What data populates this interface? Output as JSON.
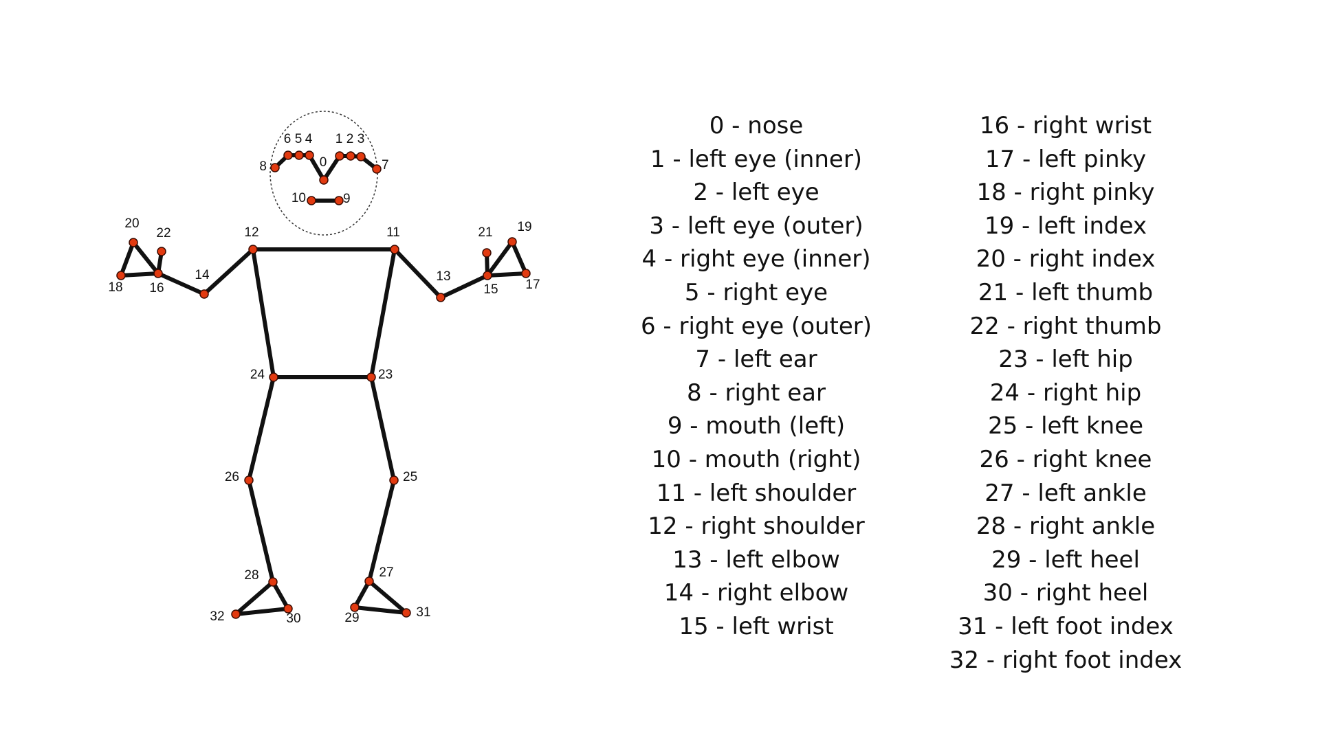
{
  "colors": {
    "background": "#ffffff",
    "bone": "#111111",
    "joint": "#e23a10",
    "text": "#111111"
  },
  "landmarks": [
    {
      "id": "0",
      "name": "nose"
    },
    {
      "id": "1",
      "name": "left eye (inner)"
    },
    {
      "id": "2",
      "name": "left eye"
    },
    {
      "id": "3",
      "name": "left eye (outer)"
    },
    {
      "id": "4",
      "name": "right eye (inner)"
    },
    {
      "id": "5",
      "name": "right eye"
    },
    {
      "id": "6",
      "name": "right eye (outer)"
    },
    {
      "id": "7",
      "name": "left ear"
    },
    {
      "id": "8",
      "name": "right ear"
    },
    {
      "id": "9",
      "name": "mouth (left)"
    },
    {
      "id": "10",
      "name": "mouth (right)"
    },
    {
      "id": "11",
      "name": "left shoulder"
    },
    {
      "id": "12",
      "name": "right shoulder"
    },
    {
      "id": "13",
      "name": "left elbow"
    },
    {
      "id": "14",
      "name": "right elbow"
    },
    {
      "id": "15",
      "name": "left wrist"
    },
    {
      "id": "16",
      "name": "right wrist"
    },
    {
      "id": "17",
      "name": "left pinky"
    },
    {
      "id": "18",
      "name": "right pinky"
    },
    {
      "id": "19",
      "name": "left index"
    },
    {
      "id": "20",
      "name": "right index"
    },
    {
      "id": "21",
      "name": "left thumb"
    },
    {
      "id": "22",
      "name": "right thumb"
    },
    {
      "id": "23",
      "name": "left hip"
    },
    {
      "id": "24",
      "name": "right hip"
    },
    {
      "id": "25",
      "name": "left knee"
    },
    {
      "id": "26",
      "name": "right knee"
    },
    {
      "id": "27",
      "name": "left ankle"
    },
    {
      "id": "28",
      "name": "right ankle"
    },
    {
      "id": "29",
      "name": "left heel"
    },
    {
      "id": "30",
      "name": "right heel"
    },
    {
      "id": "31",
      "name": "left foot index"
    },
    {
      "id": "32",
      "name": "right foot index"
    }
  ],
  "connections": [
    [
      "8",
      "6"
    ],
    [
      "6",
      "5"
    ],
    [
      "5",
      "4"
    ],
    [
      "4",
      "0"
    ],
    [
      "0",
      "1"
    ],
    [
      "1",
      "2"
    ],
    [
      "2",
      "3"
    ],
    [
      "3",
      "7"
    ],
    [
      "10",
      "9"
    ],
    [
      "11",
      "12"
    ],
    [
      "11",
      "23"
    ],
    [
      "12",
      "24"
    ],
    [
      "23",
      "24"
    ],
    [
      "11",
      "13"
    ],
    [
      "13",
      "15"
    ],
    [
      "15",
      "17"
    ],
    [
      "15",
      "19"
    ],
    [
      "17",
      "19"
    ],
    [
      "15",
      "21"
    ],
    [
      "12",
      "14"
    ],
    [
      "14",
      "16"
    ],
    [
      "16",
      "18"
    ],
    [
      "16",
      "20"
    ],
    [
      "18",
      "20"
    ],
    [
      "16",
      "22"
    ],
    [
      "23",
      "25"
    ],
    [
      "25",
      "27"
    ],
    [
      "27",
      "29"
    ],
    [
      "27",
      "31"
    ],
    [
      "29",
      "31"
    ],
    [
      "24",
      "26"
    ],
    [
      "26",
      "28"
    ],
    [
      "28",
      "30"
    ],
    [
      "28",
      "32"
    ],
    [
      "30",
      "32"
    ]
  ],
  "legend_split": 16
}
